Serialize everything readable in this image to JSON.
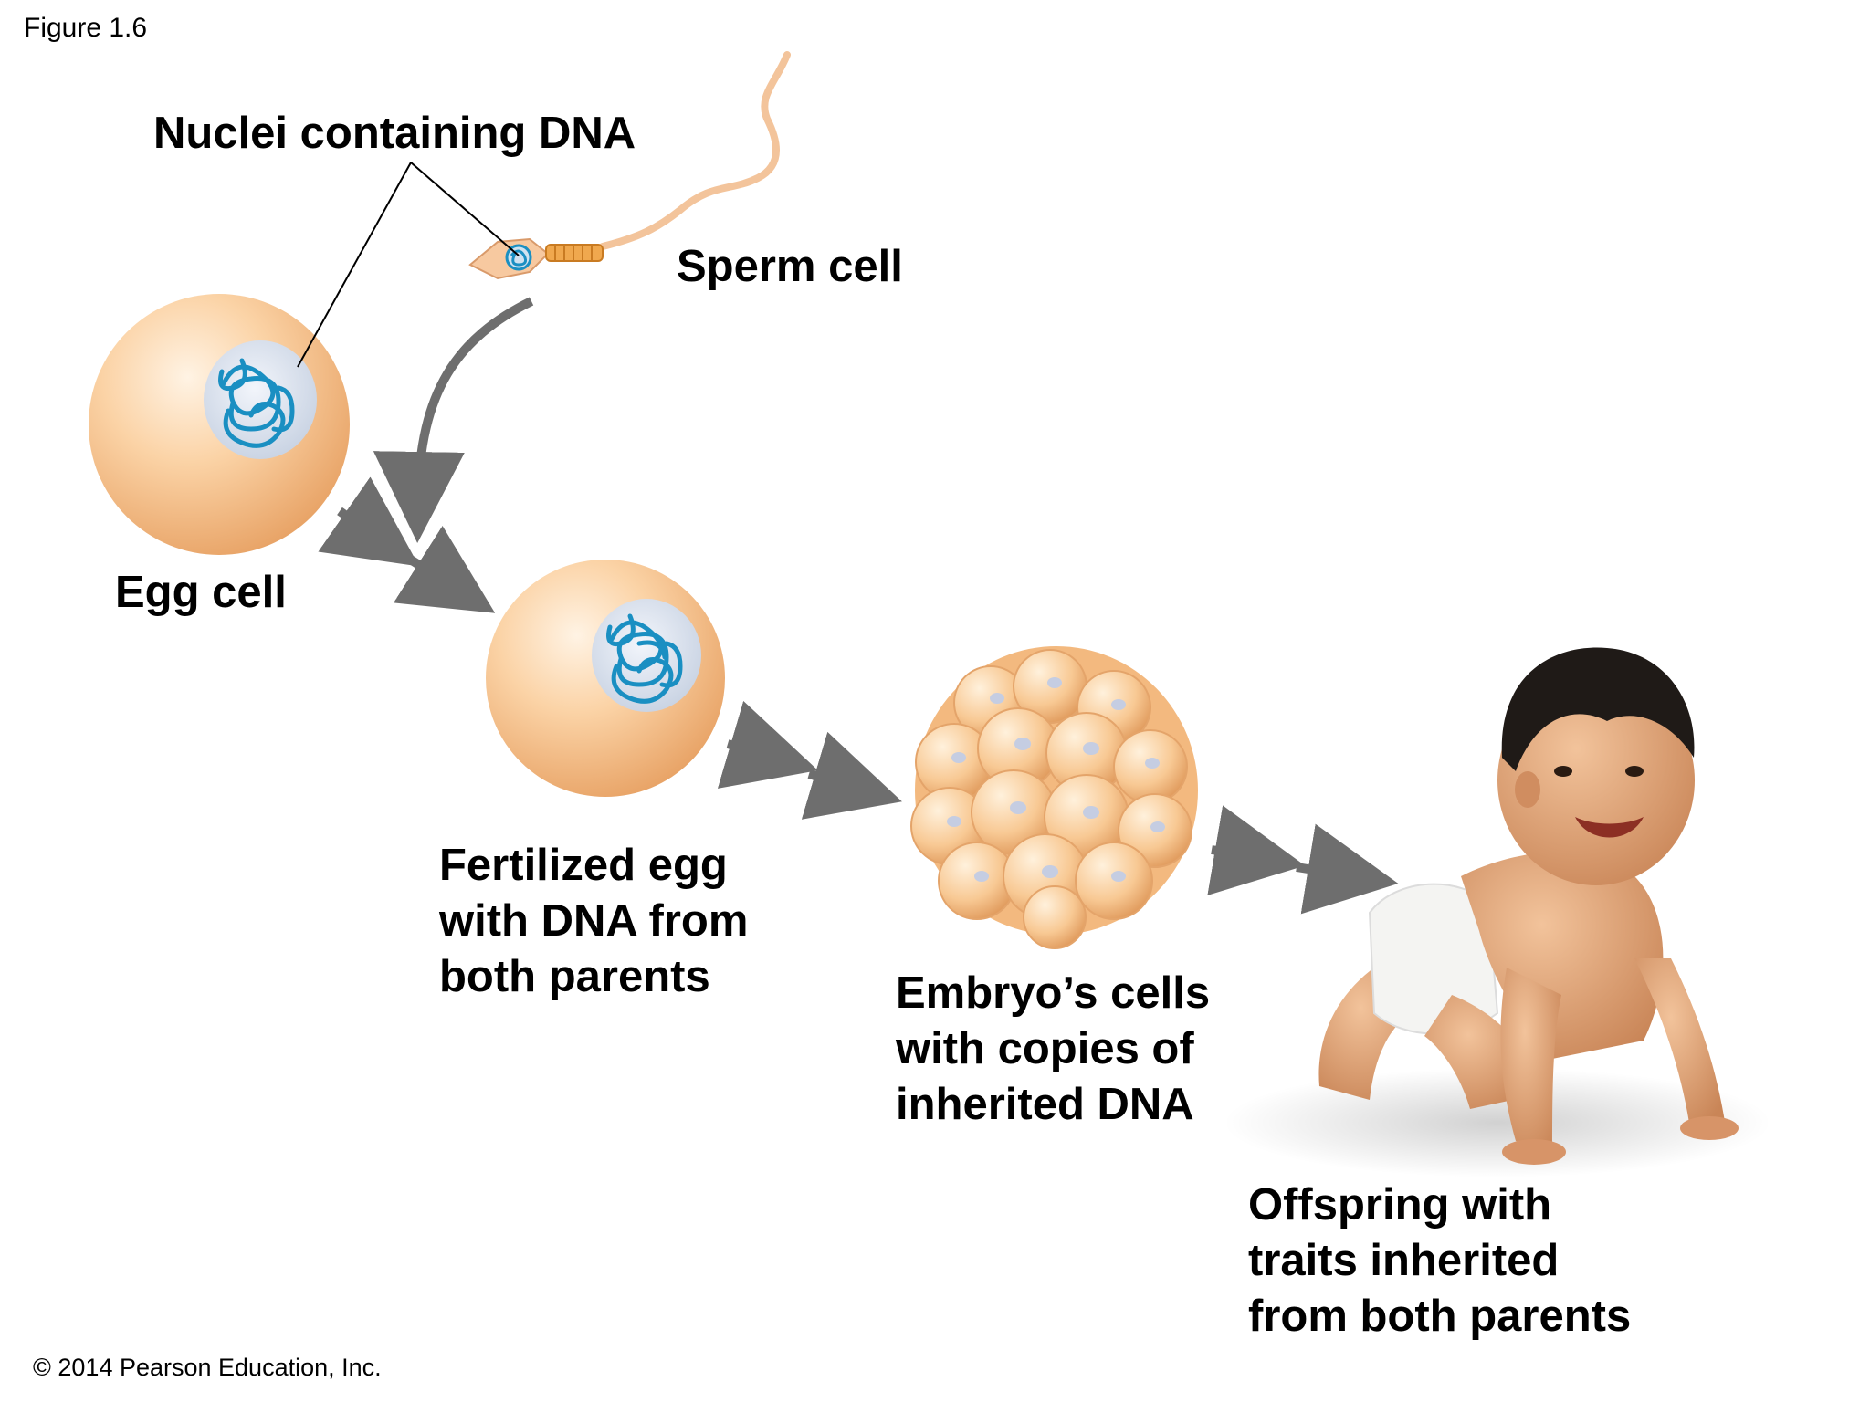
{
  "figure_label": "Figure 1.6",
  "labels": {
    "nuclei": "Nuclei containing DNA",
    "sperm": "Sperm cell",
    "egg": "Egg cell",
    "fertilized": [
      "Fertilized egg",
      "with DNA from",
      "both parents"
    ],
    "embryo": [
      "Embryo’s cells",
      "with copies of",
      "inherited DNA"
    ],
    "offspring": [
      "Offspring with",
      "traits inherited",
      "from both parents"
    ]
  },
  "copyright": "© 2014 Pearson Education, Inc.",
  "colors": {
    "cell": "#f6c08c",
    "cell_light": "#fde4c4",
    "dna": "#1a8fc2",
    "nucleus": "#cfd9e8",
    "arrow": "#6e6e6e"
  }
}
